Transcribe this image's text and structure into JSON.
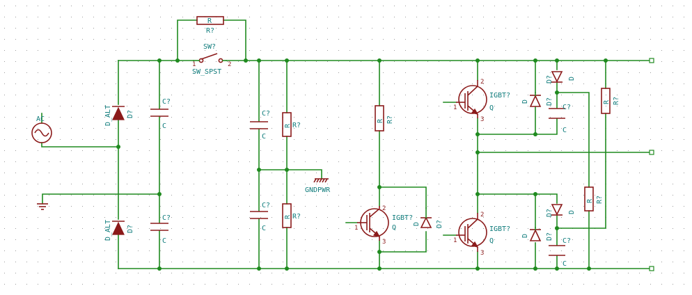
{
  "colors": {
    "wire": "#1f8a1f",
    "component": "#8b1a1a",
    "label": "#0e7b7b",
    "grid": "#9a9a9a"
  },
  "labels": {
    "ac_ref": "AC",
    "r_top_ref": "R",
    "r_top_val": "R?",
    "sw_ref": "SW?",
    "sw_val": "SW_SPST",
    "sw_pin1": "1",
    "sw_pin2": "2",
    "d_upper_ref": "D_ALT",
    "d_upper_val": "D?",
    "d_lower_ref": "D_ALT",
    "d_lower_val": "D?",
    "c1_ref": "C?",
    "c1_val": "C",
    "c2_ref": "C?",
    "c2_val": "C",
    "c3_ref": "C?",
    "c3_val": "C",
    "c4_ref": "C?",
    "c4_val": "C",
    "r2_ref": "R",
    "r2_val": "R?",
    "r3_ref": "R",
    "r3_val": "R?",
    "gnd_pwr": "GNDPWR",
    "r4_ref": "R",
    "r4_val": "R?",
    "q1_ref": "IGBT?",
    "q1_val": "Q",
    "d1_ref": "D",
    "d1_val": "D?",
    "q2_ref": "IGBT?",
    "q2_val": "Q",
    "q3_ref": "IGBT?",
    "q3_val": "Q",
    "d2_ref": "D",
    "d2_val": "D?",
    "d3_ref": "D",
    "d3_val": "D?",
    "c5_ref": "C?",
    "c5_val": "C",
    "r5_ref": "R",
    "r5_val": "R?",
    "d4_ref": "D",
    "d4_val": "D?",
    "d5_ref": "D",
    "d5_val": "D?",
    "c6_ref": "C?",
    "c6_val": "C",
    "r6_ref": "R",
    "r6_val": "R?",
    "q_pin1": "1",
    "q_pin2": "2",
    "q_pin3": "3"
  }
}
